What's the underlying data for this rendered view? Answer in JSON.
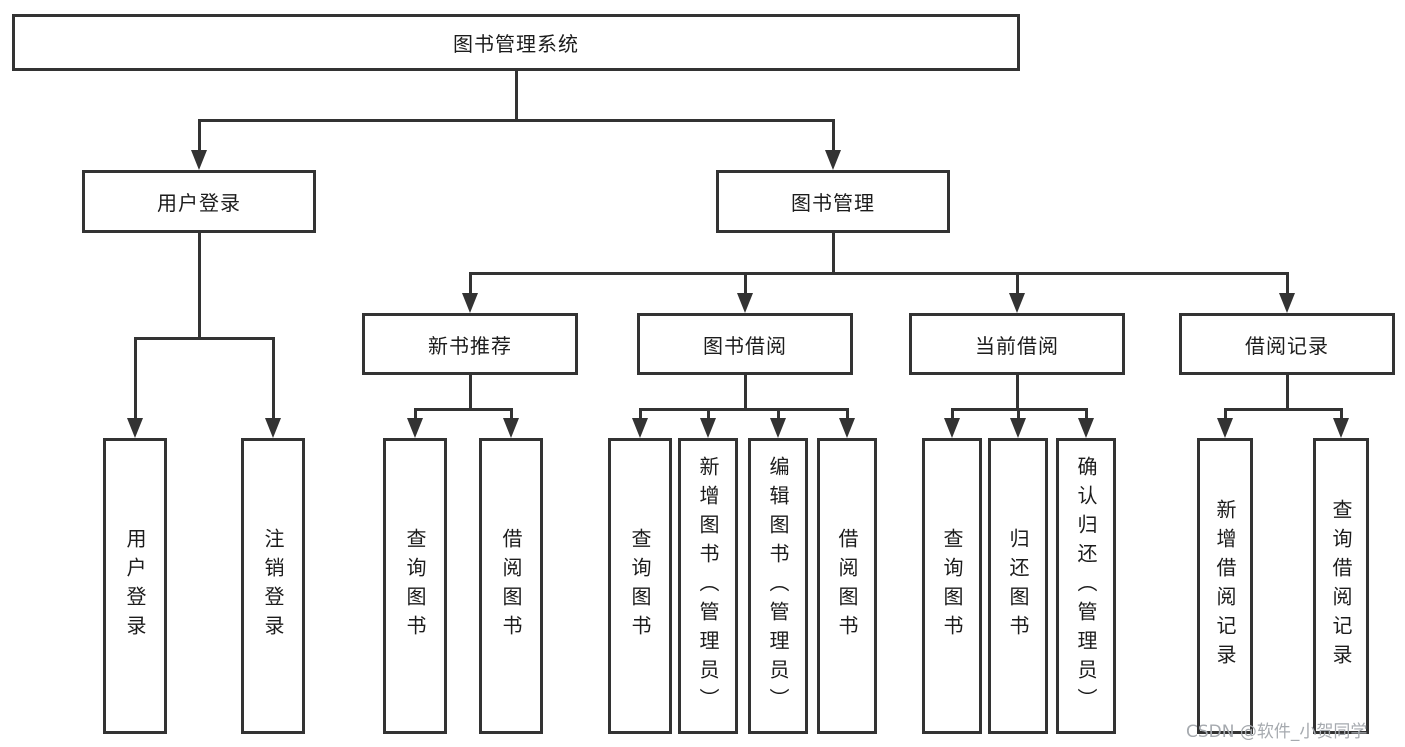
{
  "tree": {
    "root": {
      "label": "图书管理系统"
    },
    "level2": [
      {
        "label": "用户登录"
      },
      {
        "label": "图书管理"
      }
    ],
    "level3": [
      {
        "label": "新书推荐",
        "parent": "图书管理"
      },
      {
        "label": "图书借阅",
        "parent": "图书管理"
      },
      {
        "label": "当前借阅",
        "parent": "图书管理"
      },
      {
        "label": "借阅记录",
        "parent": "图书管理"
      }
    ],
    "leaves": [
      {
        "label": "用户登录",
        "parent": "用户登录"
      },
      {
        "label": "注销登录",
        "parent": "用户登录"
      },
      {
        "label": "查询图书",
        "parent": "新书推荐"
      },
      {
        "label": "借阅图书",
        "parent": "新书推荐"
      },
      {
        "label": "查询图书",
        "parent": "图书借阅"
      },
      {
        "label": "新增图书（管理员）",
        "parent": "图书借阅"
      },
      {
        "label": "编辑图书（管理员）",
        "parent": "图书借阅"
      },
      {
        "label": "借阅图书",
        "parent": "图书借阅"
      },
      {
        "label": "查询图书",
        "parent": "当前借阅"
      },
      {
        "label": "归还图书",
        "parent": "当前借阅"
      },
      {
        "label": "确认归还（管理员）",
        "parent": "当前借阅"
      },
      {
        "label": "新增借阅记录",
        "parent": "借阅记录"
      },
      {
        "label": "查询借阅记录",
        "parent": "借阅记录"
      }
    ]
  },
  "watermark": {
    "text": "CSDN @软件_小贺同学"
  },
  "colors": {
    "line": "#333333",
    "text": "#1c1c1c",
    "background": "#ffffff",
    "watermark": "#a6aaaf"
  }
}
